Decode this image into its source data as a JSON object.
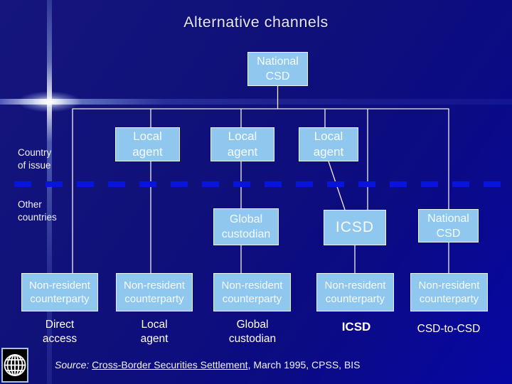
{
  "slide": {
    "title": "Alternative channels",
    "region_labels": [
      "Country\nof issue",
      "Other\ncountries"
    ],
    "footer": {
      "source_prefix": "Source:",
      "source_document": "Cross-Border Securities Settlement",
      "source_suffix": ", March 1995, CPSS, BIS"
    }
  },
  "diagram": {
    "nodes": {
      "national_csd_top": "National\nCSD",
      "local_agent_1": "Local\nagent",
      "local_agent_2": "Local\nagent",
      "local_agent_3": "Local\nagent",
      "global_custodian": "Global\ncustodian",
      "icsd": "ICSD",
      "national_csd_right": "National\nCSD",
      "counterparty_1": "Non-resident\ncounterparty",
      "counterparty_2": "Non-resident\ncounterparty",
      "counterparty_3": "Non-resident\ncounterparty",
      "counterparty_4": "Non-resident\ncounterparty",
      "counterparty_5": "Non-resident\ncounterparty"
    },
    "channel_labels": [
      "Direct\naccess",
      "Local\nagent",
      "Global\ncustodian",
      "ICSD",
      "CSD-to-CSD"
    ]
  },
  "colors": {
    "node_fill": "#8fc7ee",
    "node_border": "#eef5ff",
    "connector_line": "#f0efe8",
    "divider_dash": "#0814dd",
    "background_dark": "#15157d",
    "background_bright": "#0707a4",
    "title_text": "#e8e8fc"
  }
}
